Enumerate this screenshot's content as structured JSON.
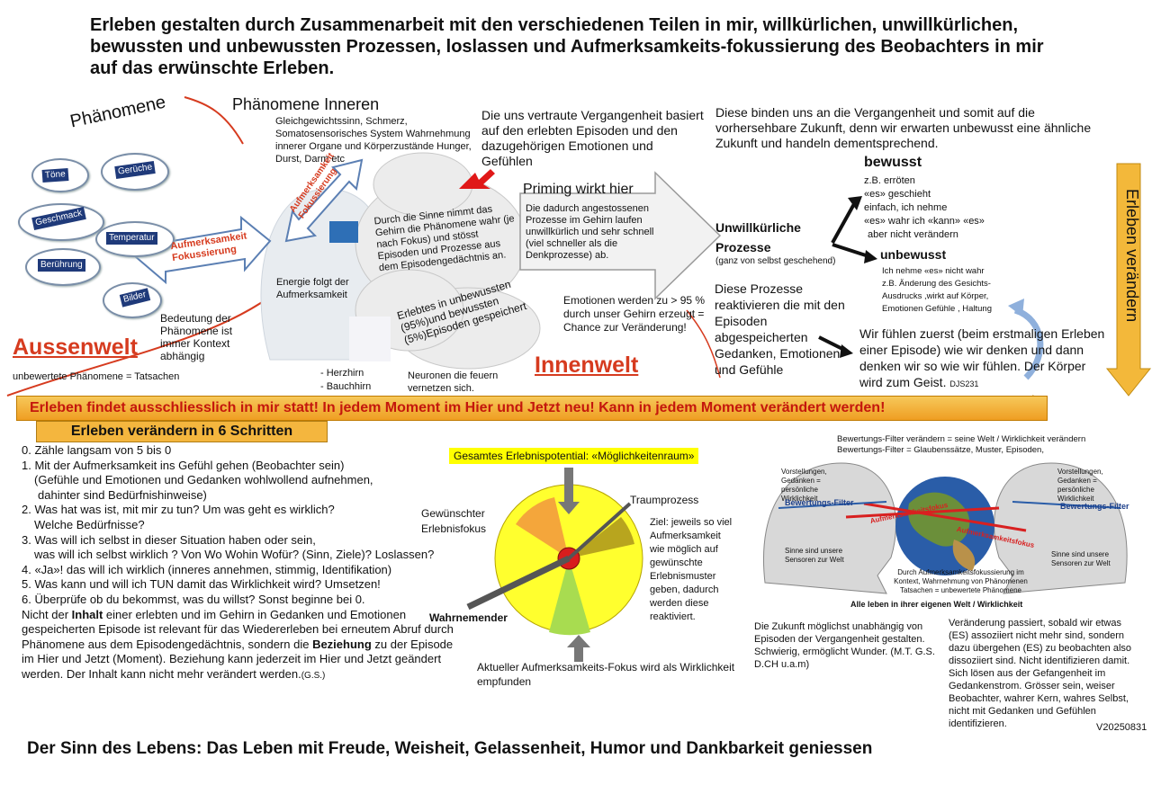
{
  "title": "Erleben gestalten durch Zusammenarbeit mit den verschiedenen Teilen in mir, willkürlichen, unwillkürlichen, bewussten und unbewussten Prozessen, loslassen und Aufmerksamkeits-fokussierung des Beobachters in mir auf das erwünschte Erleben.",
  "left": {
    "phaenomene": "Phänomene",
    "clouds": [
      "Töne",
      "Gerüche",
      "Geschmack",
      "Temperatur",
      "Berührung",
      "Bilder"
    ],
    "arrow_label": "Aufmerksamkeit Fokussierung",
    "bedeutung": "Bedeutung der Phänomene ist immer Kontext abhängig",
    "aussenwelt": "Aussenwelt",
    "tatsachen": "unbewertete Phänomene = Tatsachen"
  },
  "inner": {
    "heading": "Phänomene Inneren",
    "list": "Gleichgewichtssinn, Schmerz, Somatosensorisches System Wahrnehmung innerer Organe und Körperzustände Hunger, Durst, Darm etc",
    "arrow_label": "Aufmerksamkeit Fokussierung",
    "energie": "Energie folgt der Aufmerksamkeit",
    "herzhirn": "- Herzhirn",
    "bauchhirn": "- Bauchhirn",
    "cloud_text": "Durch die Sinne nimmt das Gehirn die Phänomene wahr (je nach Fokus) und stösst Episoden und Prozesse aus dem Episodengedächtnis an.",
    "erlebtes": "Erlebtes in unbewussten (95%)und bewussten (5%)Episoden gespeichert",
    "neuronen": "Neuronen die feuern vernetzen sich.",
    "innenwelt": "Innenwelt"
  },
  "middle": {
    "vergangenheit": "Die uns vertraute Vergangenheit basiert auf den erlebten Episoden und den dazugehörigen Emotionen und Gefühlen",
    "priming_title": "Priming wirkt hier",
    "priming_text": "Die dadurch angestossenen Prozesse im Gehirn laufen unwillkürlich und sehr schnell (viel schneller als die Denkprozesse) ab.",
    "emotionen": "Emotionen werden zu > 95 % durch unser Gehirn erzeugt = Chance zur Veränderung!"
  },
  "right": {
    "zukunft": "Diese binden uns an die Vergangenheit und somit auf die vorhersehbare Zukunft, denn wir erwarten unbewusst eine ähnliche Zukunft und handeln dementsprechend.",
    "unwillkuerlich_title": "Unwillkürliche Prozesse",
    "unwillkuerlich_sub": "(ganz von selbst geschehend)",
    "bewusst_title": "bewusst",
    "bewusst_lines": [
      "z.B. erröten",
      "«es» geschieht",
      "einfach, ich nehme",
      "«es» wahr ich «kann» «es»",
      "aber nicht verändern"
    ],
    "unbewusst_title": "unbewusst",
    "unbewusst_lines": [
      "Ich nehme «es» nicht wahr",
      "z.B. Änderung des Gesichts-",
      "Ausdrucks ,wirkt auf Körper,",
      "Emotionen Gefühle , Haltung"
    ],
    "reaktivieren": "Diese Prozesse reaktivieren die mit den Episoden abgespeicherten Gedanken, Emotionen und Gefühle",
    "fuehlen": "Wir fühlen zuerst (beim erstmaligen Erleben einer Episode) wie wir denken und dann denken wir so wie wir fühlen. Der Körper wird zum Geist.",
    "djs": "DJS231",
    "erleben_veraendern": "Erleben verändern"
  },
  "banner": "Erleben findet ausschliesslich in mir statt!  In jedem Moment im Hier und Jetzt neu! Kann in jedem Moment verändert werden!",
  "steps_title": "Erleben verändern in 6 Schritten",
  "steps": [
    "0. Zähle langsam von 5 bis 0",
    "1. Mit der Aufmerksamkeit ins Gefühl gehen (Beobachter sein)",
    "    (Gefühle und Emotionen und Gedanken wohlwollend aufnehmen,",
    "     dahinter sind Bedürfnishinweise)",
    "2. Was hat was ist, mit mir zu tun? Um was geht es wirklich?",
    "    Welche Bedürfnisse?",
    "3. Was will ich selbst in dieser Situation haben oder sein,",
    "    was will ich selbst wirklich ? Von Wo Wohin Wofür? (Sinn, Ziele)? Loslassen?",
    "4. «Ja»! das will ich wirklich (inneres annehmen, stimmig, Identifikation)",
    "5. Was kann und will ich TUN damit das Wirklichkeit wird? Umsetzen!",
    "6. Überprüfe ob du bekommst, was du willst? Sonst beginne bei 0."
  ],
  "paragraph": {
    "p1": "Nicht der ",
    "b1": "Inhalt",
    "p2": " einer erlebten und im Gehirn in Gedanken und Emotionen gespeicherten Episode ist relevant für das Wiedererleben bei erneutem Abruf durch Phänomene aus dem Episodengedächtnis, sondern die ",
    "b2": "Beziehung",
    "p3": " zu der Episode im Hier und Jetzt (Moment). Beziehung kann jederzeit im Hier und Jetzt geändert werden. Der Inhalt kann nicht mehr verändert werden.",
    "sig": "(G.S.)"
  },
  "circle": {
    "label": "Gesamtes Erlebnispotential: «Möglichkeitenraum»",
    "gewuenschter": "Gewünschter Erlebnisfokus",
    "traumprozess": "Traumprozess",
    "ziel": "Ziel: jeweils so viel Aufmerksamkeit wie möglich auf gewünschte Erlebnismuster geben, dadurch werden diese reaktiviert.",
    "wahrnehmender": "Wahrnemender",
    "aktueller": "Aktueller Aufmerksamkeits-Fokus wird als Wirklichkeit empfunden"
  },
  "heads": {
    "filter_line1": "Bewertungs-Filter verändern = seine Welt / Wirklichkeit verändern",
    "filter_line2": "Bewertungs-Filter = Glaubenssätze, Muster, Episoden,",
    "vorstellungen": "Vorstellungen, Gedanken = persönliche Wirklichkeit",
    "bewertungsfilter": "Bewertungs-Filter",
    "sinne": "Sinne sind unsere Sensoren zur Welt",
    "fokus": "Aufmerksamkeitsfokus",
    "durch": "Durch Aufmerksamkeitsfokussierung im Kontext, Wahrnehmung von Phänomenen Tatsachen = unbewertete Phänomene",
    "alle": "Alle leben in ihrer eigenen Welt / Wirklichkeit"
  },
  "bottom": {
    "zukunft2": "Die Zukunft möglichst unabhängig von Episoden der Vergangenheit gestalten. Schwierig, ermöglicht Wunder. (M.T. G.S. D.CH  u.a.m)",
    "veraenderung": "Veränderung passiert, sobald wir etwas (ES) assoziiert nicht mehr sind, sondern dazu übergehen (ES) zu beobachten also dissoziiert sind. Nicht identifizieren damit. Sich lösen aus der Gefangenheit im Gedankenstrom. Grösser sein, weiser Beobachter, wahrer Kern, wahres Selbst, nicht mit Gedanken und Gefühlen identifizieren.",
    "version": "V20250831",
    "footer": "Der Sinn des Lebens: Das Leben mit Freude, Weisheit, Gelassenheit, Humor und Dankbarkeit geniessen"
  },
  "colors": {
    "red": "#d63b1f",
    "banner": "#f2ae35",
    "navy": "#1f3a7a",
    "yellow": "#ffff00"
  }
}
